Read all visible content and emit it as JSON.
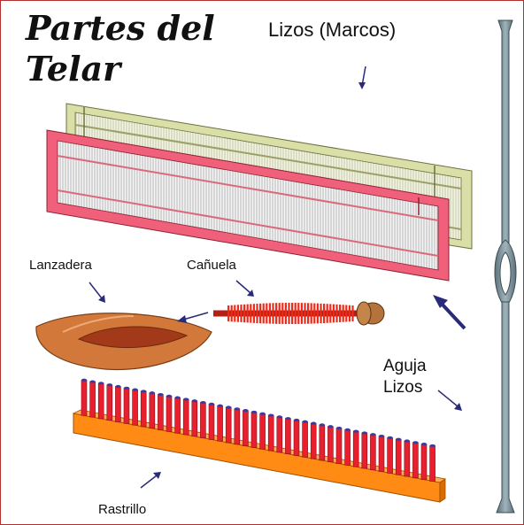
{
  "title": {
    "line1": "Partes del",
    "line2": "Telar"
  },
  "labels": {
    "lizos_marcos": "Lizos (Marcos)",
    "lanzadera": "Lanzadera",
    "canuela": "Cañuela",
    "aguja_line1": "Aguja",
    "aguja_line2": "Lizos",
    "rastrillo": "Rastrillo"
  },
  "colors": {
    "border": "#b03030",
    "arrow": "#2a2a7a",
    "back_frame": "#d9dfa6",
    "front_frame": "#f0607a",
    "shuttle": "#d2783a",
    "bobbin": "#ee2a1a",
    "needle": "#7f949e",
    "comb_base": "#ff8a14",
    "comb_teeth": "#e8202e"
  }
}
